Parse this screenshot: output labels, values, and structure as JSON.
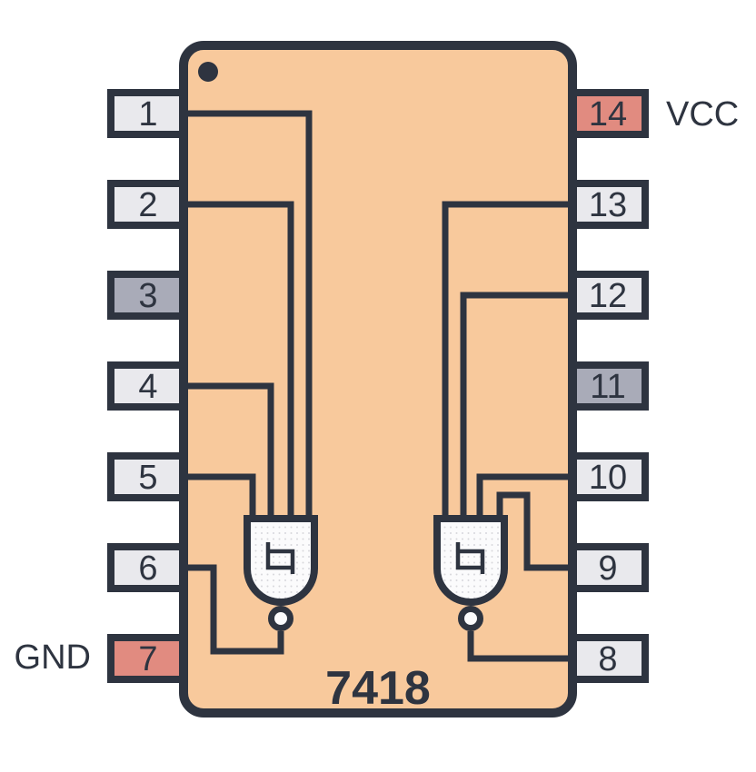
{
  "diagram": {
    "kind": "IC pinout diagram, DIP-14 package, top view",
    "part_number": "7418",
    "pin1_marker": "dot in top-left corner of package"
  },
  "power_labels": {
    "vcc": "VCC",
    "gnd": "GND"
  },
  "pins": {
    "left": [
      {
        "number": "1",
        "variant": "default"
      },
      {
        "number": "2",
        "variant": "default"
      },
      {
        "number": "3",
        "variant": "nc"
      },
      {
        "number": "4",
        "variant": "default"
      },
      {
        "number": "5",
        "variant": "default"
      },
      {
        "number": "6",
        "variant": "default"
      },
      {
        "number": "7",
        "variant": "power",
        "rail": "GND"
      }
    ],
    "right": [
      {
        "number": "14",
        "variant": "power",
        "rail": "VCC"
      },
      {
        "number": "13",
        "variant": "default"
      },
      {
        "number": "12",
        "variant": "default"
      },
      {
        "number": "11",
        "variant": "nc"
      },
      {
        "number": "10",
        "variant": "default"
      },
      {
        "number": "9",
        "variant": "default"
      },
      {
        "number": "8",
        "variant": "default"
      }
    ]
  },
  "gates": [
    {
      "name": "gate-a",
      "symbol": "NAND with Schmitt-trigger hysteresis mark and inversion bubble",
      "input_pins": [
        "1",
        "2",
        "4",
        "5"
      ],
      "output_pin": "6"
    },
    {
      "name": "gate-b",
      "symbol": "NAND with Schmitt-trigger hysteresis mark and inversion bubble",
      "input_pins": [
        "13",
        "12",
        "10",
        "9"
      ],
      "output_pin": "8"
    }
  ],
  "colors": {
    "background": "#FFFFFF",
    "outline": "#2E3440",
    "package_body": "#F8C99C",
    "pin_default": "#E9E9ED",
    "pin_nc": "#A9ABB8",
    "pin_power": "#E18B80",
    "gate_fill": "#FBFBFC"
  }
}
